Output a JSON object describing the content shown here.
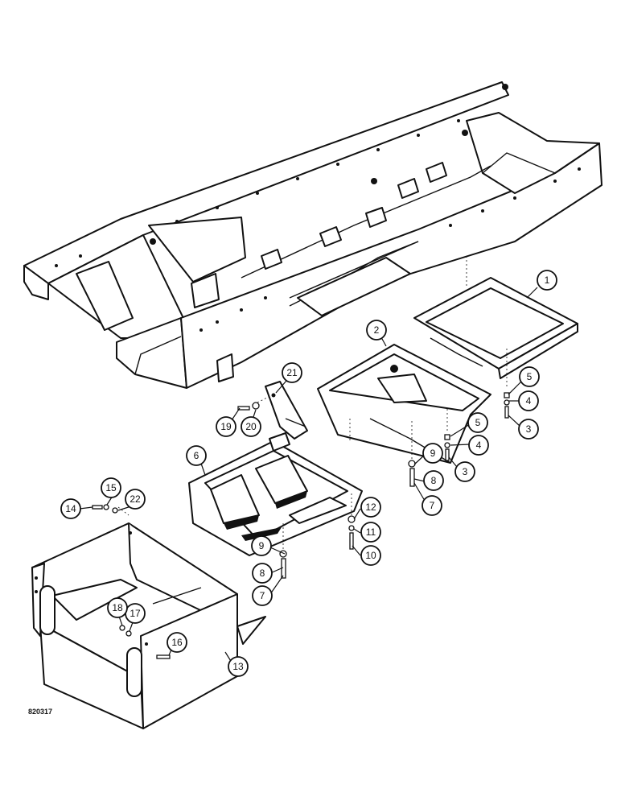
{
  "figure_code": "820317",
  "callouts": [
    {
      "id": "c1",
      "number": "1"
    },
    {
      "id": "c2",
      "number": "2"
    },
    {
      "id": "c3a",
      "number": "3"
    },
    {
      "id": "c3b",
      "number": "3"
    },
    {
      "id": "c4a",
      "number": "4"
    },
    {
      "id": "c4b",
      "number": "4"
    },
    {
      "id": "c5a",
      "number": "5"
    },
    {
      "id": "c5b",
      "number": "5"
    },
    {
      "id": "c6",
      "number": "6"
    },
    {
      "id": "c7a",
      "number": "7"
    },
    {
      "id": "c7b",
      "number": "7"
    },
    {
      "id": "c8a",
      "number": "8"
    },
    {
      "id": "c8b",
      "number": "8"
    },
    {
      "id": "c9a",
      "number": "9"
    },
    {
      "id": "c9b",
      "number": "9"
    },
    {
      "id": "c10",
      "number": "10"
    },
    {
      "id": "c11",
      "number": "11"
    },
    {
      "id": "c12",
      "number": "12"
    },
    {
      "id": "c13",
      "number": "13"
    },
    {
      "id": "c14",
      "number": "14"
    },
    {
      "id": "c15",
      "number": "15"
    },
    {
      "id": "c16",
      "number": "16"
    },
    {
      "id": "c17",
      "number": "17"
    },
    {
      "id": "c18",
      "number": "18"
    },
    {
      "id": "c19",
      "number": "19"
    },
    {
      "id": "c20",
      "number": "20"
    },
    {
      "id": "c21",
      "number": "21"
    },
    {
      "id": "c22",
      "number": "22"
    }
  ]
}
